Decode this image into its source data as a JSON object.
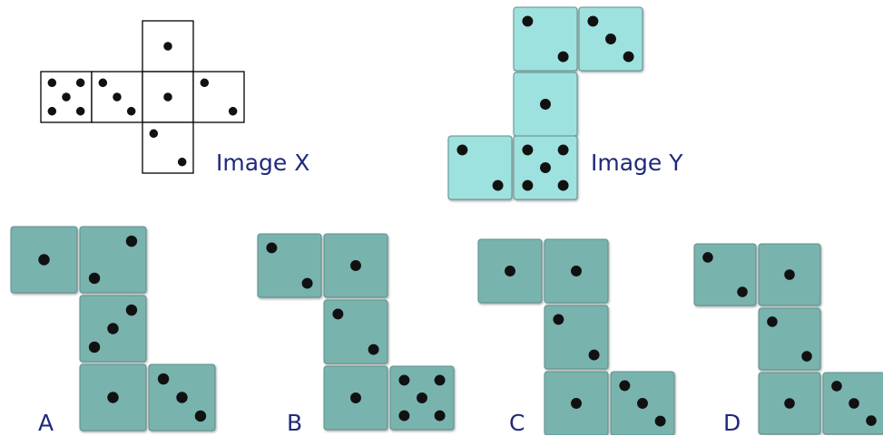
{
  "image_x": {
    "label": "Image X"
  },
  "image_y": {
    "label": "Image Y"
  },
  "options": [
    {
      "label": "A"
    },
    {
      "label": "B"
    },
    {
      "label": "C"
    },
    {
      "label": "D"
    }
  ],
  "colors": {
    "outline_net": "#000000",
    "net_y_face": "#9ee2df",
    "option_face": "#79b3ae",
    "pip": "#111111",
    "label_text": "#1f2a7a"
  }
}
